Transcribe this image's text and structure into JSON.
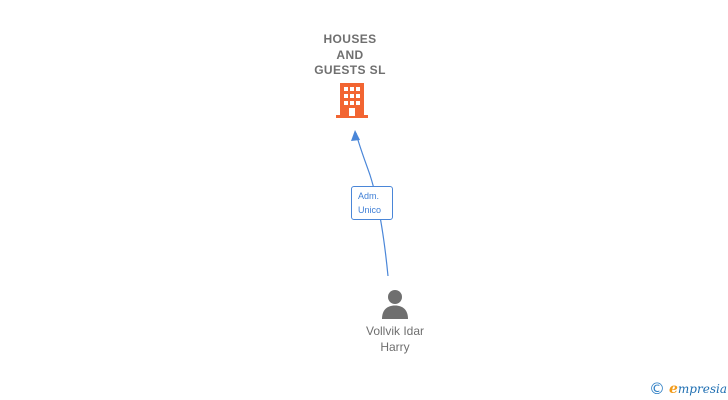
{
  "company": {
    "name_lines": [
      "HOUSES",
      "AND",
      "GUESTS SL"
    ],
    "icon": "building-icon",
    "color": "#f26532"
  },
  "relation": {
    "label_lines": [
      "Adm.",
      "Unico"
    ],
    "color": "#3f7fd6"
  },
  "person": {
    "name_lines": [
      "Vollvik Idar",
      "Harry"
    ],
    "icon": "person-icon",
    "color": "#6f6f6f"
  },
  "brand": {
    "copyright_symbol": "©",
    "mark": "e",
    "name": "mpresia"
  }
}
